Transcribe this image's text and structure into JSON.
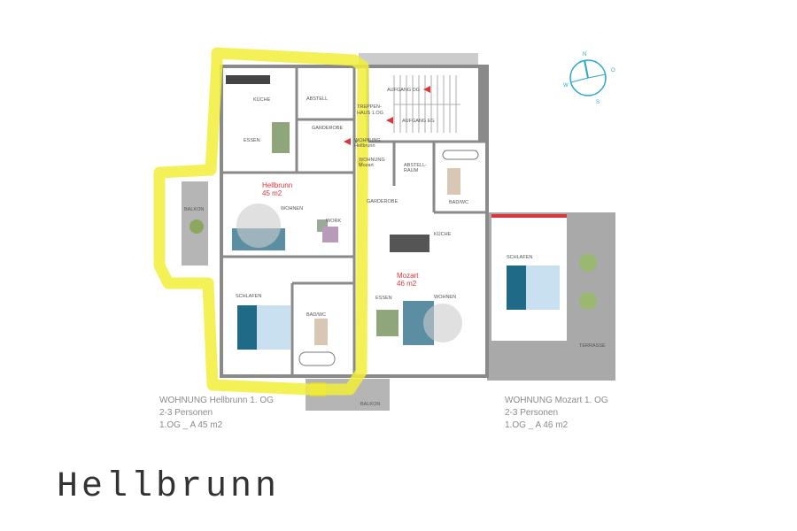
{
  "plan": {
    "rooms": {
      "kueche_h": "KÜCHE",
      "abstell": "ABSTELL",
      "treppenhaus_1": "TREPPEN-",
      "treppenhaus_2": "HAUS 1.OG",
      "aufgang_dg": "AUFGANG DG",
      "aufgang_eg": "AUFGANG EG",
      "garderobe_h": "GARDEROBE",
      "essen_h": "ESSEN",
      "wohnung_h_1": "WOHNUNG",
      "wohnung_h_2": "Hellbrunn",
      "wohnung_m_1": "WOHNUNG",
      "wohnung_m_2": "Mozart",
      "abstellraum_1": "ABSTELL-",
      "abstellraum_2": "RAUM",
      "wohnen_h": "WOHNEN",
      "garderobe_m": "GARDEROBE",
      "badwc_m": "BAD/WC",
      "work": "WORK",
      "kueche_m": "KÜCHE",
      "balkon_left": "BALKON",
      "schlafen_m": "SCHLAFEN",
      "schlafen_h": "SCHLAFEN",
      "essen_m": "ESSEN",
      "wohnen_m": "WOHNEN",
      "badwc_h": "BAD/WC",
      "terrasse": "TERRASSE",
      "balkon_bottom": "BALKON"
    },
    "units": {
      "hellbrunn_name": "Hellbrunn",
      "hellbrunn_area": "45 m2",
      "mozart_name": "Mozart",
      "mozart_area": "46 m2"
    },
    "compass": {
      "n": "N",
      "o": "O",
      "s": "S",
      "w": "W"
    },
    "highlight_color": "#f2ee3a"
  },
  "captions": {
    "hellbrunn": {
      "line1": "WOHNUNG Hellbrunn 1. OG",
      "line2": "2-3 Personen",
      "line3": "1.OG _ A 45 m2"
    },
    "mozart": {
      "line1": "WOHNUNG Mozart 1. OG",
      "line2": "2-3 Personen",
      "line3": "1.OG _ A 46 m2"
    }
  },
  "title": "Hellbrunn"
}
